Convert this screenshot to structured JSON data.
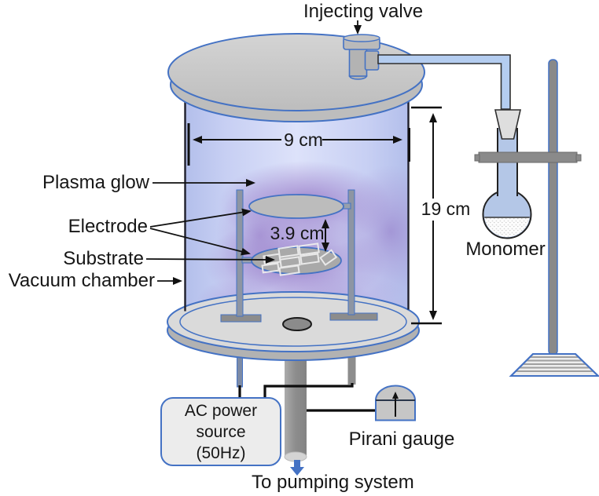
{
  "labels": {
    "injecting_valve": "Injecting valve",
    "plasma_glow": "Plasma glow",
    "electrode": "Electrode",
    "substrate": "Substrate",
    "vacuum_chamber": "Vacuum chamber",
    "monomer": "Monomer",
    "pirani_gauge": "Pirani gauge",
    "to_pumping_system": "To pumping system"
  },
  "dimensions": {
    "chamber_diameter": "9 cm",
    "chamber_height": "19 cm",
    "electrode_gap": "3.9 cm"
  },
  "power_source": {
    "line1": "AC power",
    "line2": "source",
    "line3": "(50Hz)"
  },
  "colors": {
    "accent_blue": "#4472c4",
    "chamber_fill": "#c9d2f2",
    "plasma_purple": "#8d6cc0",
    "metal_gray": "#c0c0c0",
    "pipe_blue": "#b4cdf0",
    "flask_blue": "#b4c7e7",
    "wire_black": "#111111"
  }
}
